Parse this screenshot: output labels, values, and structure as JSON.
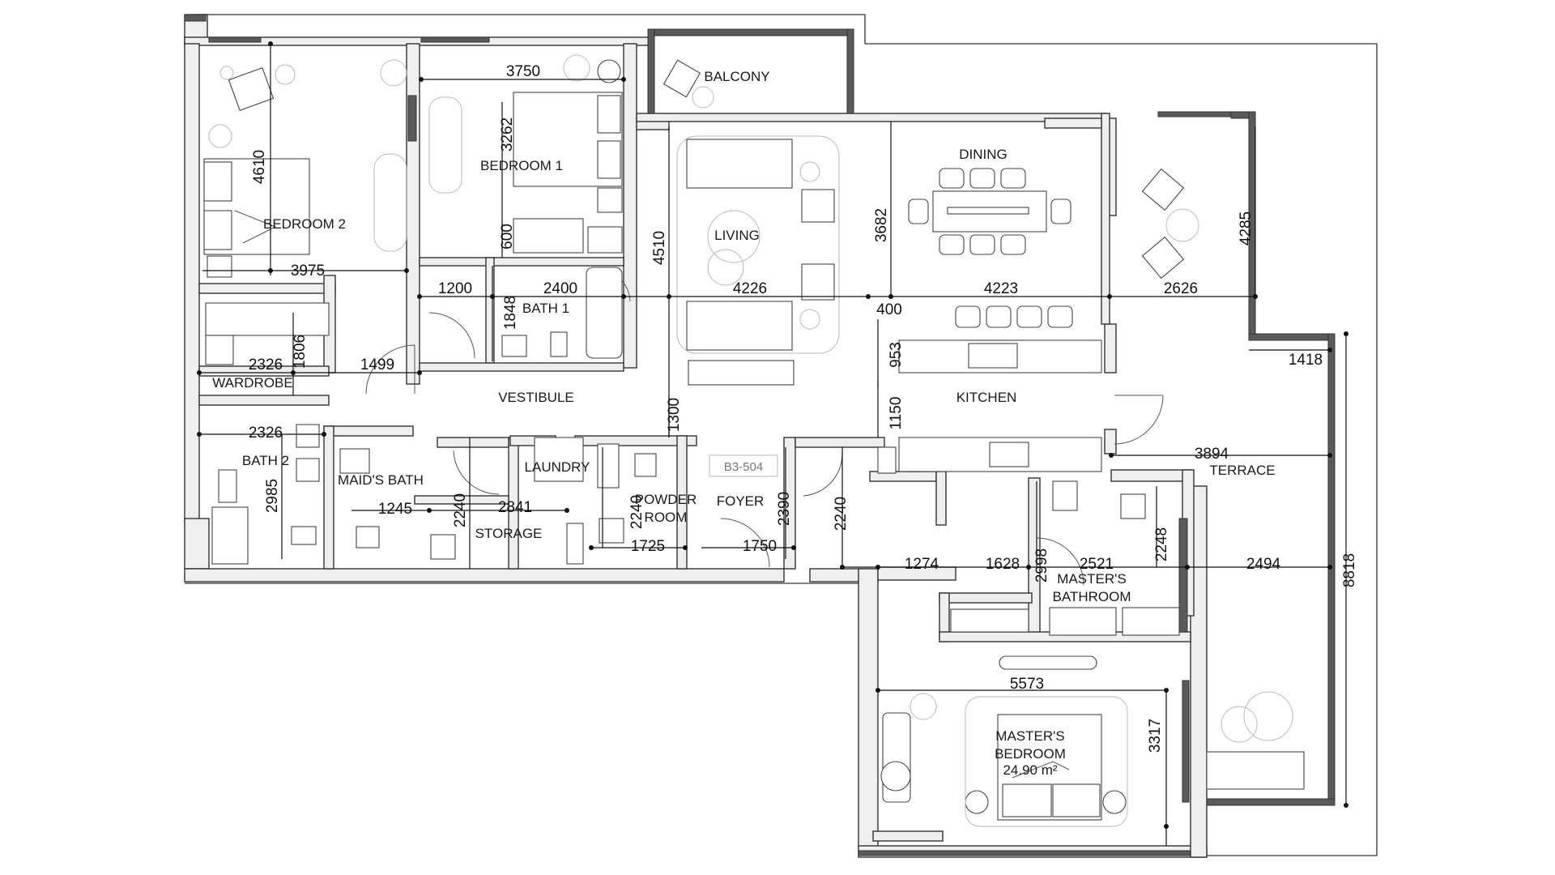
{
  "rooms": {
    "bedroom2": "BEDROOM 2",
    "bedroom1": "BEDROOM 1",
    "balcony": "BALCONY",
    "living": "LIVING",
    "dining": "DINING",
    "bath1": "BATH 1",
    "wardrobe": "WARDROBE",
    "vestibule": "VESTIBULE",
    "kitchen": "KITCHEN",
    "bath2": "BATH 2",
    "maids_bath": "MAID'S BATH",
    "laundry": "LAUNDRY",
    "storage": "STORAGE",
    "powder_room_1": "POWDER",
    "powder_room_2": "ROOM",
    "foyer": "FOYER",
    "terrace": "TERRACE",
    "masters_bathroom_1": "MASTER'S",
    "masters_bathroom_2": "BATHROOM",
    "masters_bedroom_1": "MASTER'S",
    "masters_bedroom_2": "BEDROOM",
    "masters_bedroom_area": "24.90 m²"
  },
  "unit_number": "B3-504",
  "dimensions": {
    "d3750": "3750",
    "d3262": "3262",
    "d4610": "4610",
    "d3975": "3975",
    "d600": "600",
    "d4510": "4510",
    "d3682": "3682",
    "d4285": "4285",
    "d1200": "1200",
    "d2400": "2400",
    "d1848": "1848",
    "d4226": "4226",
    "d400": "400",
    "d4223": "4223",
    "d2626": "2626",
    "d2326a": "2326",
    "d1806": "1806",
    "d1499": "1499",
    "d953": "953",
    "d1418": "1418",
    "d1300": "1300",
    "d1150": "1150",
    "d2326b": "2326",
    "d3894": "3894",
    "d2985": "2985",
    "d1245": "1245",
    "d2240a": "2240",
    "d2841": "2841",
    "d2240b": "2240",
    "d2390": "2390",
    "d2240c": "2240",
    "d1725": "1725",
    "d1750": "1750",
    "d1274": "1274",
    "d1628": "1628",
    "d2998": "2998",
    "d2521": "2521",
    "d2248": "2248",
    "d2494": "2494",
    "d8818": "8818",
    "d5573": "5573",
    "d3317": "3317"
  }
}
